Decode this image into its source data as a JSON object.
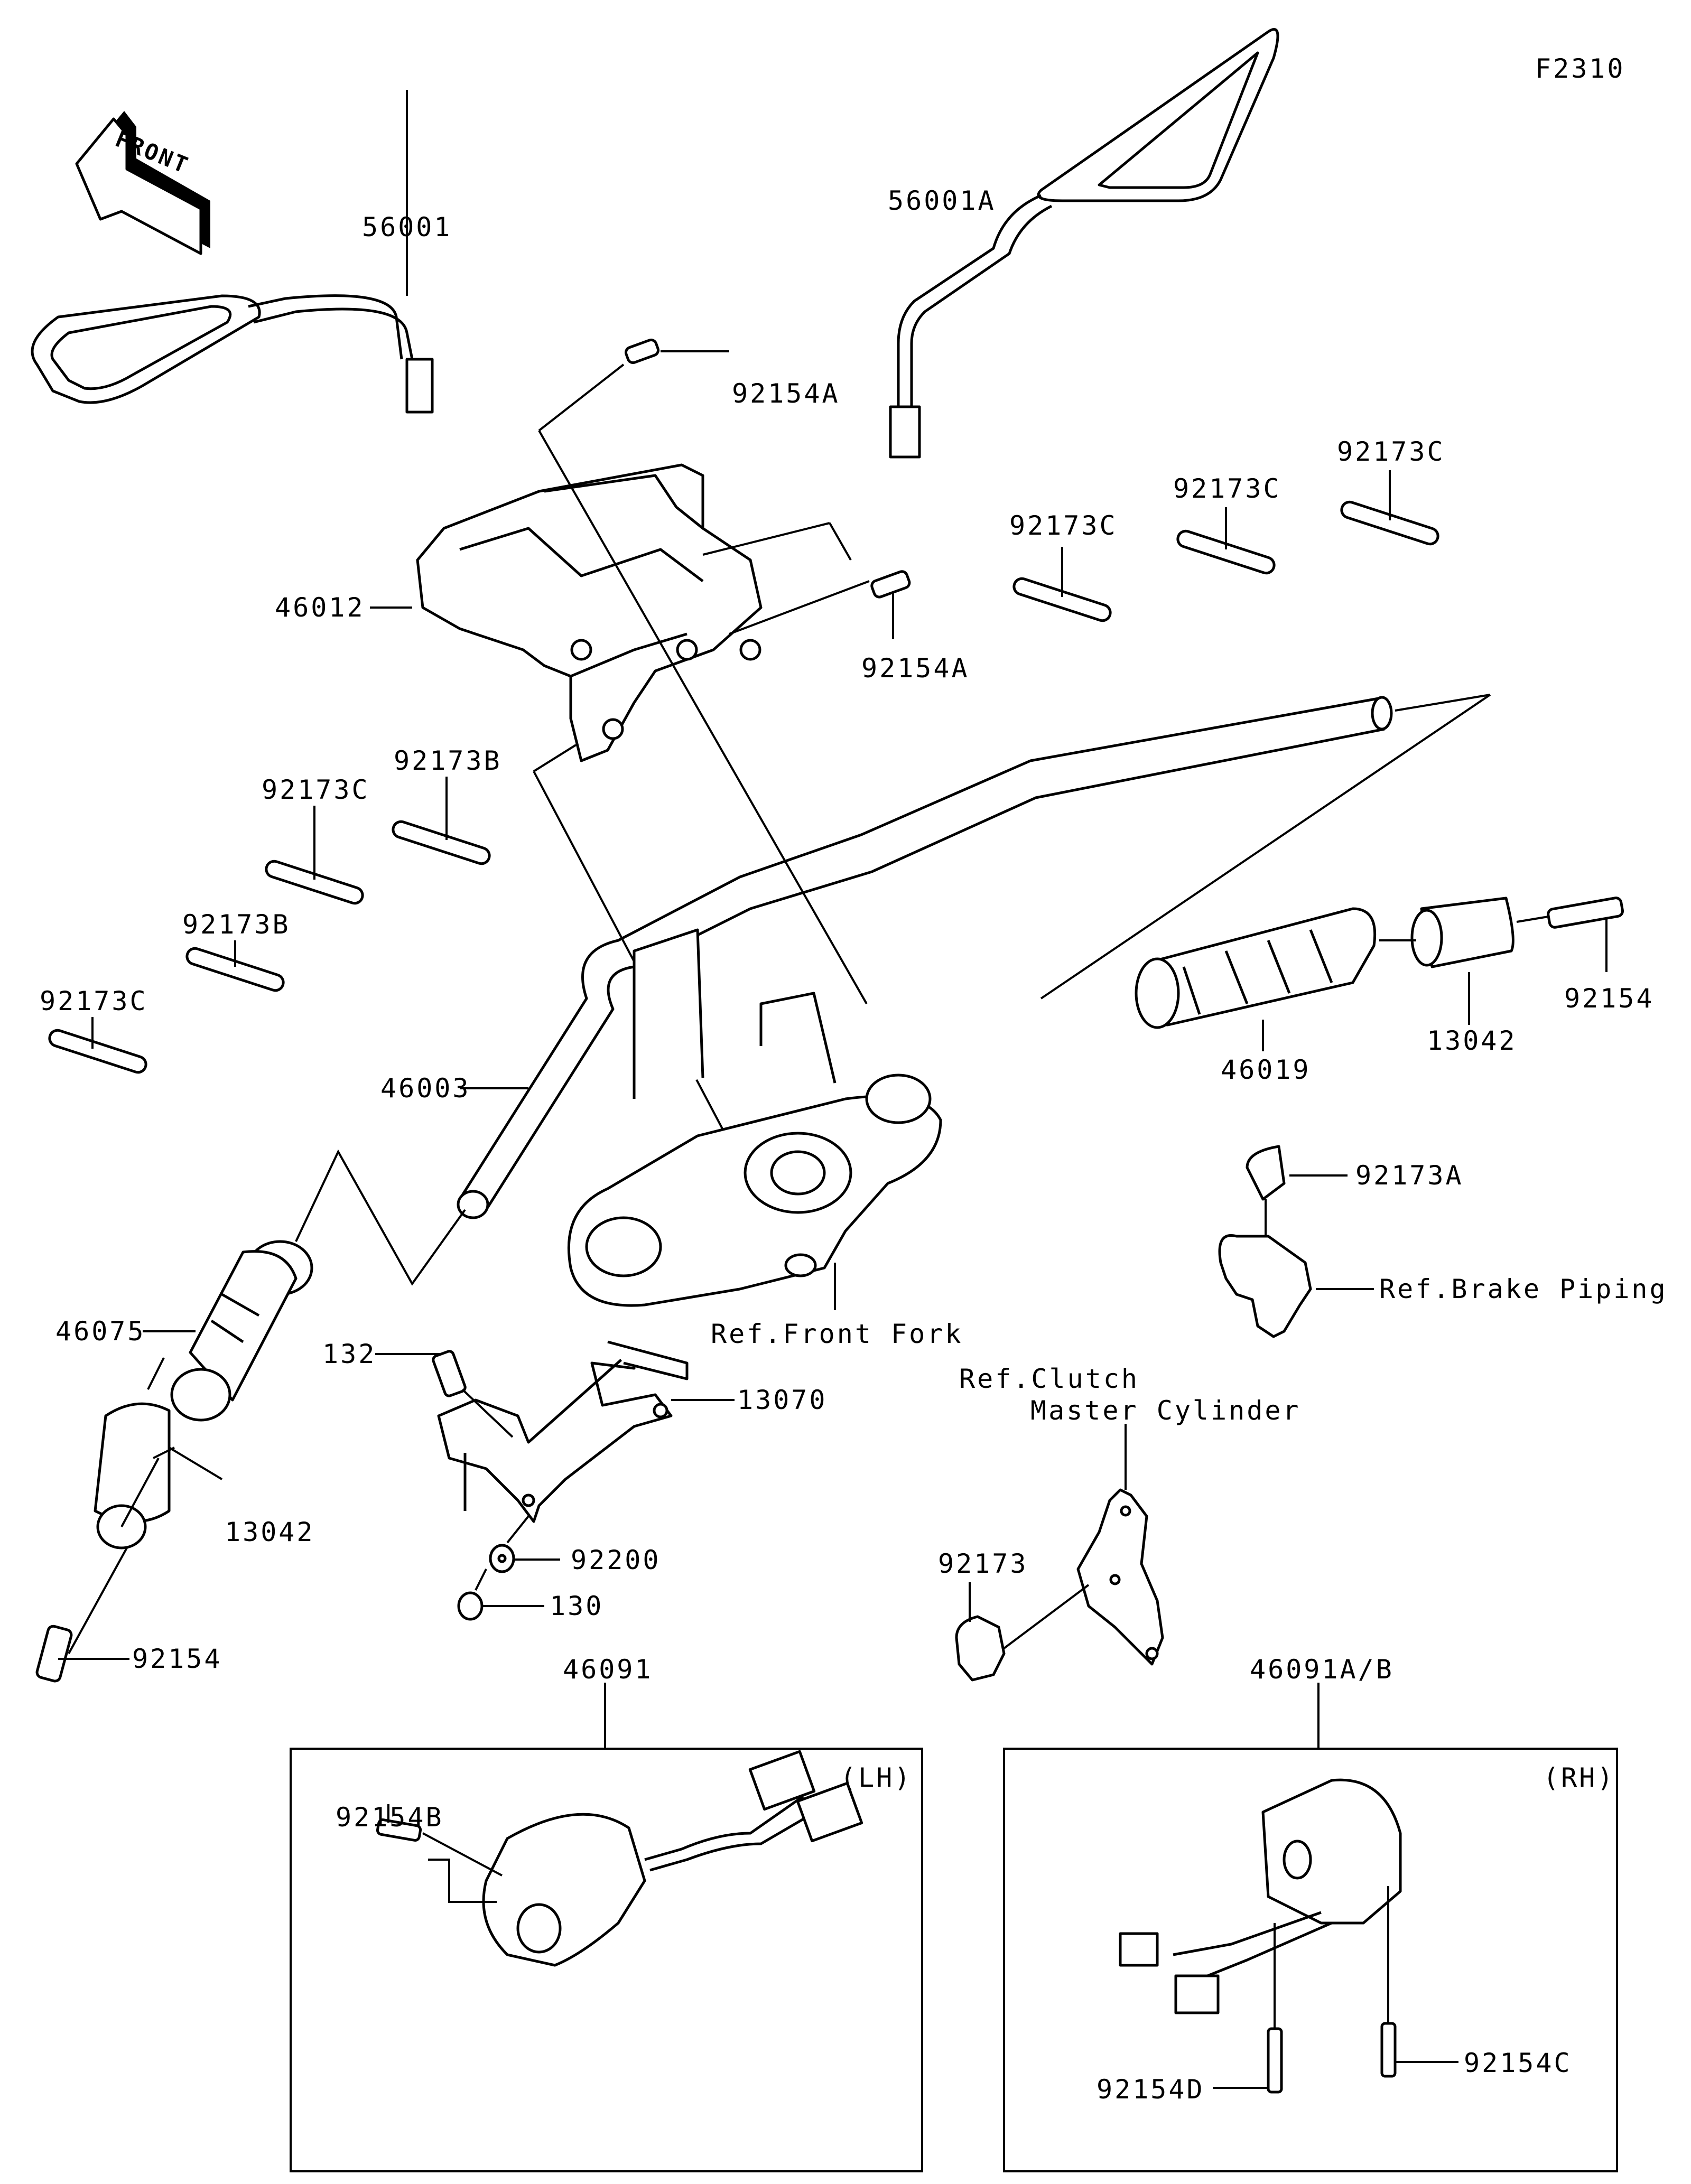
{
  "diagram_code": "F2310",
  "front_indicator": "FRONT",
  "callouts": {
    "c56001": "56001",
    "c56001A": "56001A",
    "c92154A_top": "92154A",
    "c92154A_right": "92154A",
    "c46012": "46012",
    "c92173C_1": "92173C",
    "c92173C_2": "92173C",
    "c92173C_3": "92173C",
    "c92173C_left1": "92173C",
    "c92173B_1": "92173B",
    "c92173B_2": "92173B",
    "c92173C_left2": "92173C",
    "c46003": "46003",
    "c46019": "46019",
    "c13042_right": "13042",
    "c92154_right": "92154",
    "c92173A": "92173A",
    "ref_brake": "Ref.Brake Piping",
    "ref_fork": "Ref.Front Fork",
    "c46075": "46075",
    "c132": "132",
    "c13070": "13070",
    "c13042_left": "13042",
    "c92200": "92200",
    "c130": "130",
    "c92154_left": "92154",
    "ref_clutch_1": "Ref.Clutch",
    "ref_clutch_2": "Master Cylinder",
    "c92173": "92173",
    "c46091": "46091",
    "c46091AB": "46091A/B",
    "c92154B": "92154B",
    "c92154C": "92154C",
    "c92154D": "92154D"
  },
  "boxes": {
    "lh_side": "(LH)",
    "rh_side": "(RH)"
  }
}
